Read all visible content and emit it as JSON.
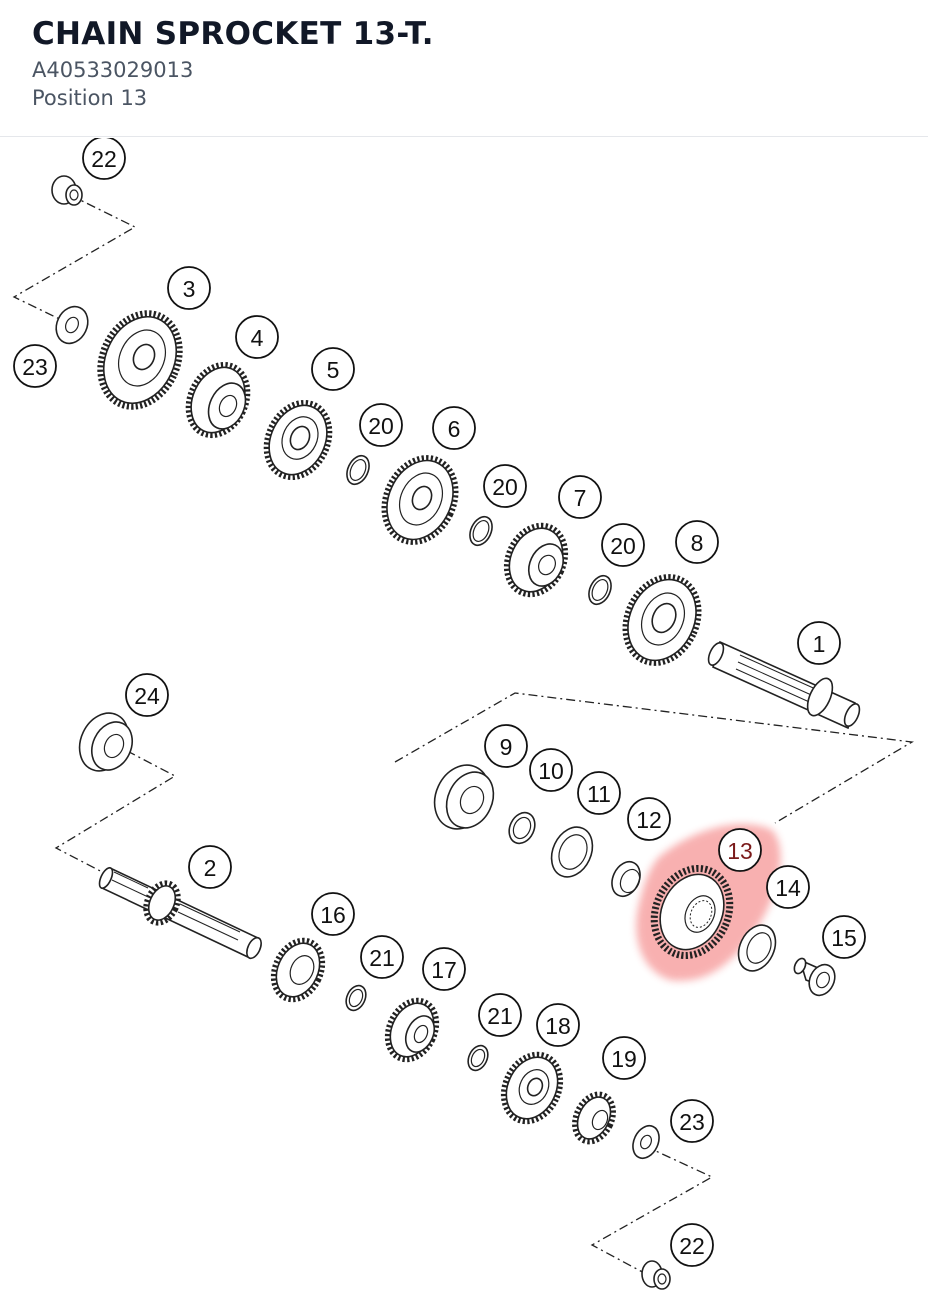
{
  "part": {
    "title": "CHAIN SPROCKET 13-T.",
    "number": "A40533029013",
    "position": "Position 13"
  },
  "diagram": {
    "highlight_color": "#ef4444",
    "labels": {
      "l1": "1",
      "l2": "2",
      "l3": "3",
      "l4": "4",
      "l5": "5",
      "l6": "6",
      "l7": "7",
      "l8": "8",
      "l9": "9",
      "l10": "10",
      "l11": "11",
      "l12": "12",
      "l13": "13",
      "l14": "14",
      "l15": "15",
      "l16": "16",
      "l17": "17",
      "l18": "18",
      "l19": "19",
      "l20a": "20",
      "l20b": "20",
      "l20c": "20",
      "l21a": "21",
      "l21b": "21",
      "l22a": "22",
      "l22b": "22",
      "l23a": "23",
      "l23b": "23",
      "l24": "24"
    }
  }
}
